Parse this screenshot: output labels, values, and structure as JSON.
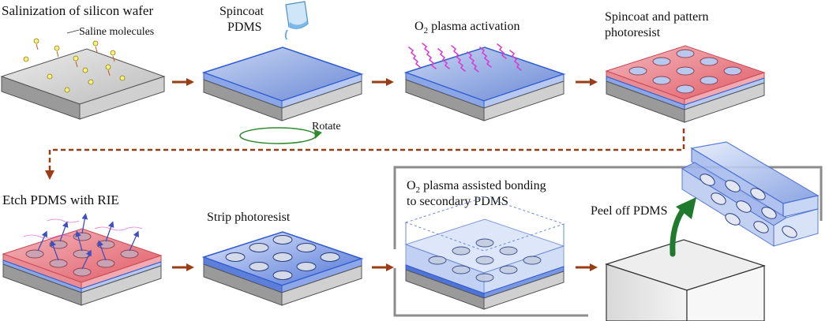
{
  "steps": {
    "s1": {
      "title": "Salinization of silicon wafer",
      "annotation": "Saline molecules"
    },
    "s2": {
      "title_line1": "Spincoat",
      "title_line2": "PDMS",
      "rotate": "Rotate"
    },
    "s3": {
      "title_prefix": "O",
      "title_sub": "2",
      "title_rest": " plasma activation"
    },
    "s4": {
      "title_line1": "Spincoat and pattern",
      "title_line2": "photoresist"
    },
    "s5": {
      "title": "Etch PDMS with RIE"
    },
    "s6": {
      "title": "Strip photoresist"
    },
    "s7": {
      "title_prefix": "O",
      "title_sub": "2",
      "title_rest": " plasma assisted bonding",
      "title_line2": "to secondary PDMS"
    },
    "s8": {
      "title": "Peel off PDMS"
    }
  },
  "colors": {
    "arrow": "#9a3c14",
    "wafer_top": "#d9d9d9",
    "pdms_blue": "#3f6fd1",
    "photoresist_red": "#e87a82",
    "plasma_pink": "#d63fd0",
    "rotate_green": "#2e8b2e",
    "peel_green": "#1f7a2e"
  }
}
